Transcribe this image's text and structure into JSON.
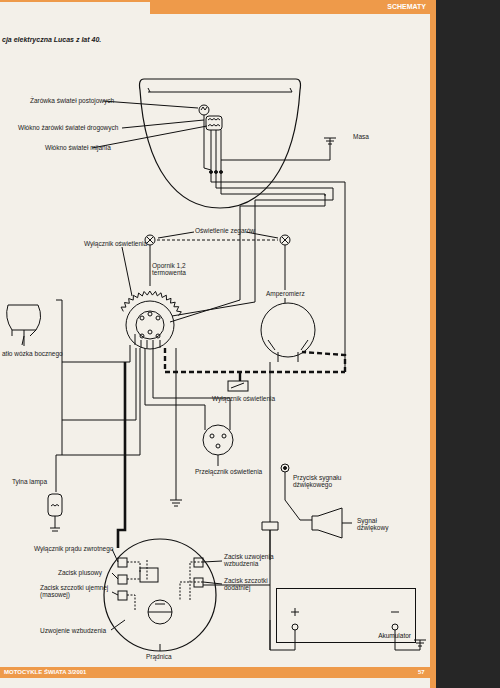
{
  "diagram": {
    "title": "cja elektryczna Lucas  z lat 40.",
    "nodes": [
      {
        "text": [
          "SCHEMATY"
        ]
      },
      {
        "text": [
          "Akumulator"
        ]
      }
    ],
    "labels": [
      "Żarówka świateł postojowych",
      "Włókno żarówki świateł drogowych",
      "Włókno świateł mijania",
      "Masa",
      "Oświetlenie zegarów",
      "Wyłącznik oświetlenia",
      "Opornik 1,2 termowenta",
      "Amperomierz",
      "atło wózka bocznego",
      "Wyłącznik oświetlenia",
      "Przełącznik oświetlenia",
      "Tylna lampa",
      "Przycisk sygnału dźwiękowego",
      "Sygnał dźwiękowy",
      "Wyłącznik prądu zwrotnego",
      "Zacisk plusowy",
      "Zacisk szczotki ujemnej (masowej)",
      "Zacisk uzwojenia wzbudzenia",
      "Zacisk szczotki dodatniej",
      "Uzwojenie wzbudzenia",
      "Prądnica",
      "MOTOCYKLE ŚWIATA 3/2001",
      "57"
    ]
  }
}
